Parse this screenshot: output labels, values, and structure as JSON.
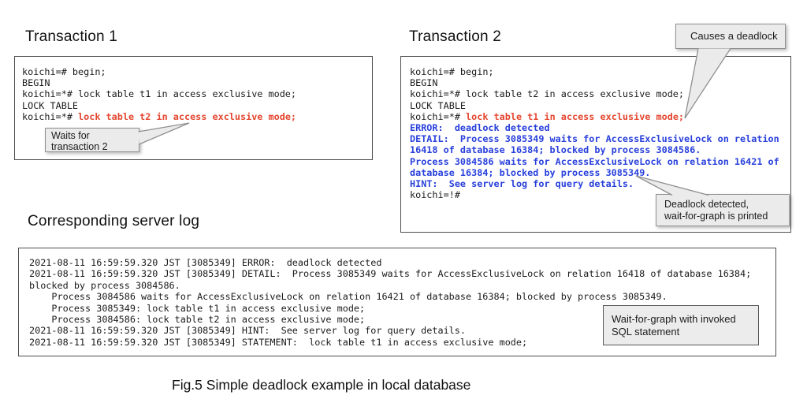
{
  "colors": {
    "code_red": "#e4462f",
    "code_blue": "#2840dc"
  },
  "transaction1": {
    "title": "Transaction 1",
    "code": [
      [
        {
          "t": "koichi=# begin;",
          "c": "k"
        }
      ],
      [
        {
          "t": "BEGIN",
          "c": "k"
        }
      ],
      [
        {
          "t": "koichi=*# lock table t1 in access exclusive mode;",
          "c": "k"
        }
      ],
      [
        {
          "t": "LOCK TABLE",
          "c": "k"
        }
      ],
      [
        {
          "t": "koichi=*# ",
          "c": "k"
        },
        {
          "t": "lock table t2 in access exclusive mode;",
          "c": "r"
        }
      ]
    ],
    "callout_waits": [
      "Waits for",
      "transaction 2"
    ]
  },
  "transaction2": {
    "title": "Transaction 2",
    "code": [
      [
        {
          "t": "koichi=# begin;",
          "c": "k"
        }
      ],
      [
        {
          "t": "BEGIN",
          "c": "k"
        }
      ],
      [
        {
          "t": "koichi=*# lock table t2 in access exclusive mode;",
          "c": "k"
        }
      ],
      [
        {
          "t": "LOCK TABLE",
          "c": "k"
        }
      ],
      [
        {
          "t": "koichi=*# ",
          "c": "k"
        },
        {
          "t": "lock table t1 in access exclusive mode;",
          "c": "r"
        }
      ],
      [
        {
          "t": "ERROR:  deadlock detected",
          "c": "b"
        }
      ],
      [
        {
          "t": "DETAIL:  Process 3085349 waits for AccessExclusiveLock on relation",
          "c": "b"
        }
      ],
      [
        {
          "t": "16418 of database 16384; blocked by process 3084586.",
          "c": "b"
        }
      ],
      [
        {
          "t": "Process 3084586 waits for AccessExclusiveLock on relation 16421 of",
          "c": "b"
        }
      ],
      [
        {
          "t": "database 16384; blocked by process 3085349.",
          "c": "b"
        }
      ],
      [
        {
          "t": "HINT:  See server log for query details.",
          "c": "b"
        }
      ],
      [
        {
          "t": "koichi=!#",
          "c": "k"
        }
      ]
    ],
    "callout_causes": [
      "Causes a deadlock"
    ],
    "callout_detected": [
      "Deadlock detected,",
      "wait-for-graph is printed"
    ]
  },
  "server_log": {
    "title": "Corresponding server log",
    "code": [
      [
        {
          "t": "2021-08-11 16:59:59.320 JST [3085349] ERROR:  deadlock detected",
          "c": "k"
        }
      ],
      [
        {
          "t": "2021-08-11 16:59:59.320 JST [3085349] DETAIL:  Process 3085349 waits for AccessExclusiveLock on relation 16418 of database 16384;",
          "c": "k"
        }
      ],
      [
        {
          "t": "blocked by process 3084586.",
          "c": "k"
        }
      ],
      [
        {
          "t": "    Process 3084586 waits for AccessExclusiveLock on relation 16421 of database 16384; blocked by process 3085349.",
          "c": "k"
        }
      ],
      [
        {
          "t": "    Process 3085349: lock table t1 in access exclusive mode;",
          "c": "k"
        }
      ],
      [
        {
          "t": "    Process 3084586: lock table t2 in access exclusive mode;",
          "c": "k"
        }
      ],
      [
        {
          "t": "2021-08-11 16:59:59.320 JST [3085349] HINT:  See server log for query details.",
          "c": "k"
        }
      ],
      [
        {
          "t": "2021-08-11 16:59:59.320 JST [3085349] STATEMENT:  lock table t1 in access exclusive mode;",
          "c": "k"
        }
      ]
    ],
    "callout_waitgraph": [
      "Wait-for-graph with invoked",
      "SQL statement"
    ]
  },
  "caption": "Fig.5 Simple deadlock example in local database"
}
